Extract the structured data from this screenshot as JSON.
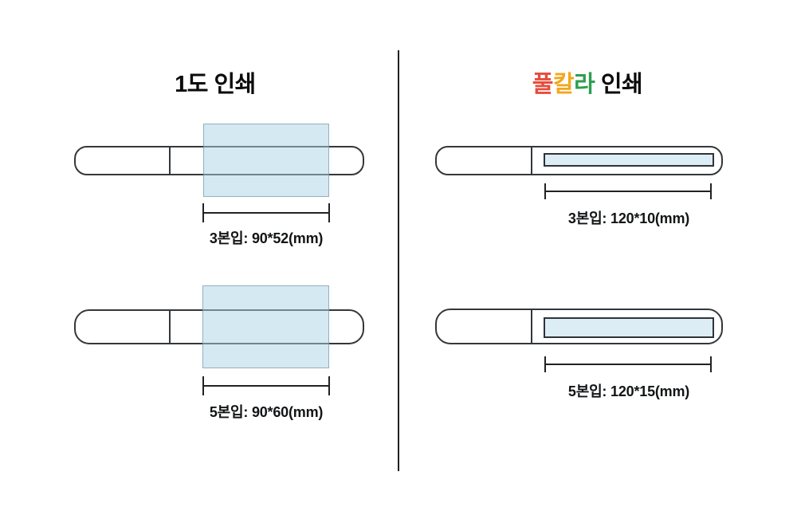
{
  "left_section": {
    "title": "1도 인쇄",
    "items": [
      {
        "pack": "3본입",
        "size_label": "3본입: 90*52(mm)"
      },
      {
        "pack": "5본입",
        "size_label": "5본입: 90*60(mm)"
      }
    ]
  },
  "right_section": {
    "title_parts": [
      {
        "text": "풀",
        "color": "#e74c3c"
      },
      {
        "text": "칼",
        "color": "#f2a71b"
      },
      {
        "text": "라",
        "color": "#2e9e4e"
      },
      {
        "text": " 인쇄",
        "color": "#0b0b0b"
      }
    ],
    "items": [
      {
        "pack": "3본입",
        "size_label": "3본입: 120*10(mm)"
      },
      {
        "pack": "5본입",
        "size_label": "5본입: 120*15(mm)"
      }
    ]
  },
  "colors": {
    "print_area_fill": "#d8eaf3",
    "outline": "#34373a",
    "divider": "#1f2124"
  }
}
